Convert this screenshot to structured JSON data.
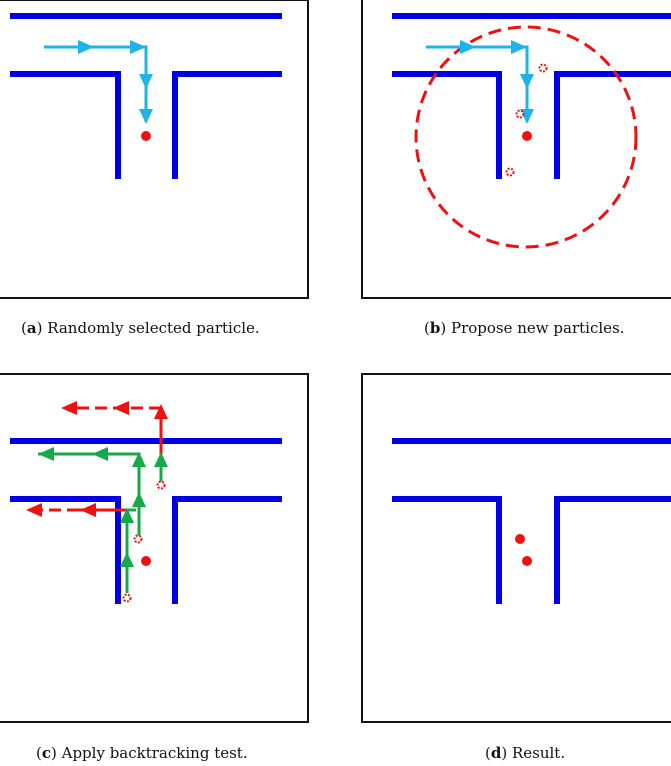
{
  "colors": {
    "frame": "#111111",
    "wall": "#0000e6",
    "arrow_blue": "#1eb4e8",
    "arrow_green": "#17a84a",
    "arrow_red": "#ee1111",
    "particle": "#ee1111"
  },
  "panels": [
    {
      "id": "a",
      "letter": "a",
      "caption": "Randomly selected particle."
    },
    {
      "id": "b",
      "letter": "b",
      "caption": "Propose new particles."
    },
    {
      "id": "c",
      "letter": "c",
      "caption": "Apply backtracking test."
    },
    {
      "id": "d",
      "letter": "d",
      "caption": "Result."
    }
  ]
}
